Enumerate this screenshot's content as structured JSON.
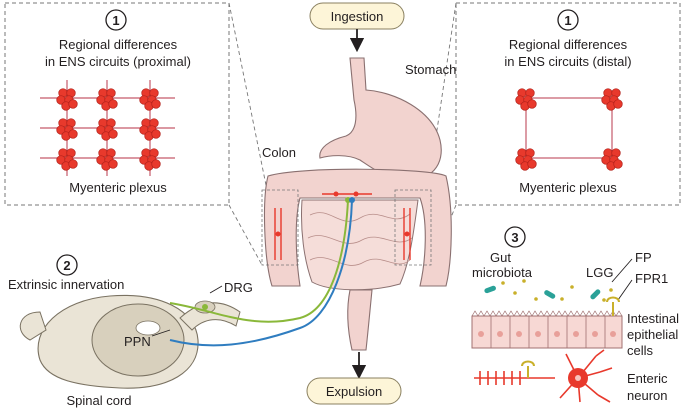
{
  "labels": {
    "ingestion": "Ingestion",
    "expulsion": "Expulsion",
    "stomach": "Stomach",
    "colon": "Colon",
    "left_panel": {
      "number": "1",
      "title_line1": "Regional differences",
      "title_line2": "in ENS circuits (proximal)",
      "caption": "Myenteric plexus"
    },
    "right_panel": {
      "number": "1",
      "title_line1": "Regional differences",
      "title_line2": "in ENS circuits (distal)",
      "caption": "Myenteric plexus"
    },
    "extrinsic": {
      "number": "2",
      "title": "Extrinsic innervation",
      "drg": "DRG",
      "ppn": "PPN",
      "spinal_cord": "Spinal cord"
    },
    "microbiota": {
      "number": "3",
      "gut_line1": "Gut",
      "gut_line2": "microbiota",
      "lgg": "LGG",
      "fp": "FP",
      "fpr1": "FPR1",
      "epithelial_line1": "Intestinal",
      "epithelial_line2": "epithelial",
      "epithelial_line3": "cells",
      "enteric_line1": "Enteric",
      "enteric_line2": "neuron"
    }
  },
  "colors": {
    "ganglion_red": "#e8392c",
    "gut_pink": "#f2d3cf",
    "pill_fill": "#fdf5d8",
    "green_fiber": "#8ab83a",
    "blue_fiber": "#2f7dc0",
    "fp_yellow": "#c9b02a",
    "bacteria_teal": "#2aa198"
  }
}
